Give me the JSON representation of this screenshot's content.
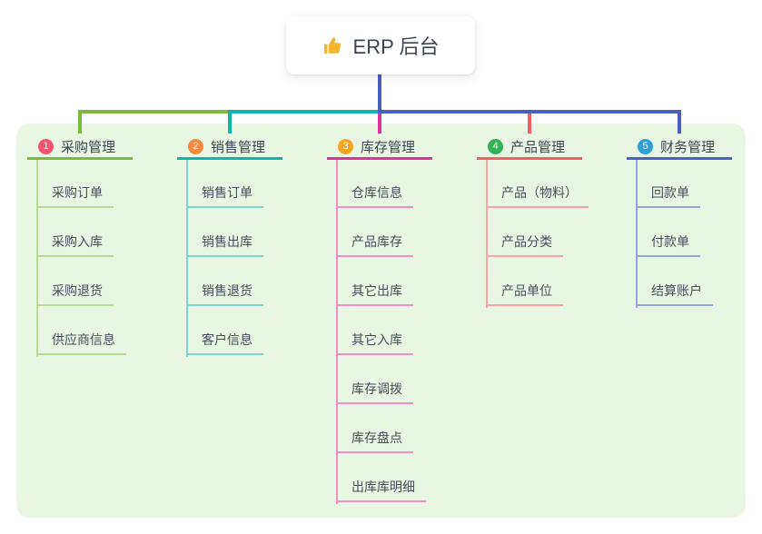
{
  "root": {
    "label": "ERP 后台",
    "icon": "thumbs-up"
  },
  "colors": {
    "trunk": "#4a5fc4",
    "panel_bg": "#eaf6e4",
    "root_text": "#3b4453",
    "thumb_yellow": "#f3b430"
  },
  "connectors": {
    "bar_segments": [
      {
        "from": 0,
        "to": 1,
        "color": "#7cb93f"
      },
      {
        "from": 1,
        "to": 2,
        "color": "#11b3af"
      },
      {
        "from": 2,
        "to": 4,
        "color": "#4a5fc4"
      }
    ]
  },
  "branches": [
    {
      "number": "1",
      "title": "采购管理",
      "badge_color": "#f2566f",
      "accent_color": "#7cb93f",
      "child_color": "#b9dc92",
      "children": [
        "采购订单",
        "采购入库",
        "采购退货",
        "供应商信息"
      ]
    },
    {
      "number": "2",
      "title": "销售管理",
      "badge_color": "#f7883f",
      "accent_color": "#11b3af",
      "child_color": "#7fd2cd",
      "children": [
        "销售订单",
        "销售出库",
        "销售退货",
        "客户信息"
      ]
    },
    {
      "number": "3",
      "title": "库存管理",
      "badge_color": "#f6a623",
      "accent_color": "#e0319b",
      "child_color": "#f090c6",
      "children": [
        "仓库信息",
        "产品库存",
        "其它出库",
        "其它入库",
        "库存调拨",
        "库存盘点",
        "出库库明细"
      ]
    },
    {
      "number": "4",
      "title": "产品管理",
      "badge_color": "#2fb355",
      "accent_color": "#f25f5f",
      "child_color": "#f8a3a3",
      "children": [
        "产品（物料）",
        "产品分类",
        "产品单位"
      ]
    },
    {
      "number": "5",
      "title": "财务管理",
      "badge_color": "#2a9fd8",
      "accent_color": "#4a5fc4",
      "child_color": "#93a6de",
      "children": [
        "回款单",
        "付款单",
        "结算账户"
      ]
    }
  ]
}
